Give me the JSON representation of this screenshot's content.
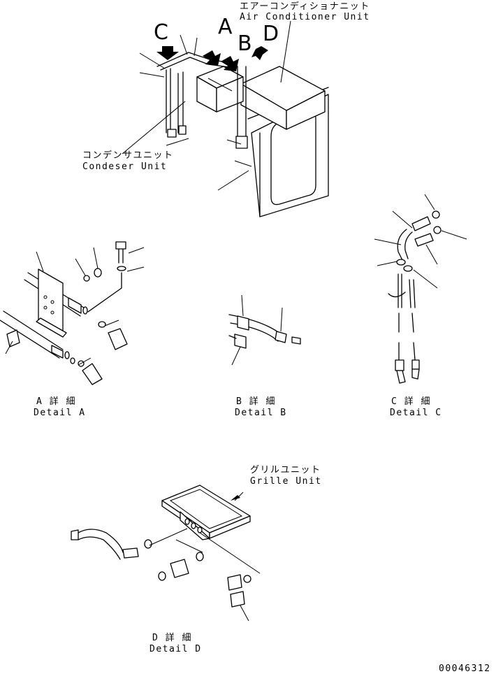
{
  "callouts": {
    "a": "A",
    "b": "B",
    "c": "C",
    "d": "D"
  },
  "labels": {
    "air_conditioner_jp": "エアーコンディショナニット",
    "air_conditioner_en": "Air Conditioner Unit",
    "condenser_jp": "コンデンサユニット",
    "condenser_en": "Condeser Unit",
    "grille_jp": "グリルユニット",
    "grille_en": "Grille Unit"
  },
  "details": {
    "a": {
      "jp": "A 詳 細",
      "en": "Detail A"
    },
    "b": {
      "jp": "B 詳 細",
      "en": "Detail B"
    },
    "c": {
      "jp": "C 詳 細",
      "en": "Detail C"
    },
    "d": {
      "jp": "D 詳 細",
      "en": "Detail D"
    }
  },
  "drawing_number": "00046312"
}
